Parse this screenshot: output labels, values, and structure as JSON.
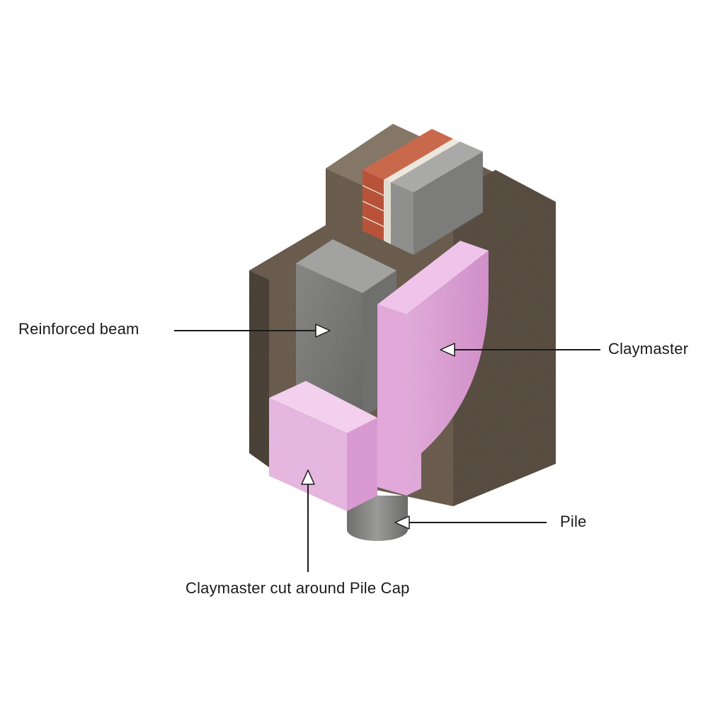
{
  "labels": {
    "reinforced_beam": "Reinforced beam",
    "claymaster": "Claymaster",
    "pile": "Pile",
    "claymaster_cut": "Claymaster cut around Pile Cap"
  },
  "colors": {
    "soil": "#6e6051",
    "concrete": "#8a8a88",
    "claymaster": "#e6a6dc",
    "brick": "#b8533a",
    "leader_line": "#1a1a1a",
    "arrowhead": "#ffffff"
  }
}
